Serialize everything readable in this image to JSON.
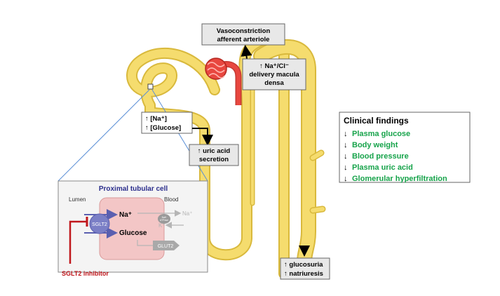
{
  "callouts": {
    "vasoconstriction": [
      "Vasoconstriction",
      "afferent arteriole"
    ],
    "nacl_delivery": [
      "↑ Na⁺/Cl⁻",
      "delivery macula",
      "densa"
    ],
    "na_glucose": [
      "↑ [Na⁺]",
      "↑ [Glucose]"
    ],
    "uric_secretion": [
      "↑ uric acid",
      "secretion"
    ],
    "glucosuria": [
      "↑ glucosuria",
      "↑ natriuresis"
    ]
  },
  "clinical": {
    "title": "Clinical findings",
    "items": [
      {
        "arrow": "↓",
        "label": "Plasma glucose"
      },
      {
        "arrow": "↓",
        "label": "Body weight"
      },
      {
        "arrow": "↓",
        "label": "Blood pressure"
      },
      {
        "arrow": "↓",
        "label": "Plasma uric acid"
      },
      {
        "arrow": "↓",
        "label": "Glomerular hyperfiltration"
      }
    ]
  },
  "cell": {
    "title": "Proximal tubular cell",
    "lumen": "Lumen",
    "blood": "Blood",
    "sglt2": "SGLT2",
    "na": "Na⁺",
    "glucose": "Glucose",
    "na_out": "Na⁺",
    "k_in": "K⁺",
    "atpase": [
      "NaK",
      "ATPase"
    ],
    "glut2": "GLUT2",
    "inhibitor": "SGLT2 inhibitor"
  },
  "colors": {
    "tubule": "#f5dc6e",
    "tubule_edge": "#d9b93c",
    "vessel": "#e8473f",
    "cell_fill": "#f3c6c6",
    "sglt2": "#7b7fc6",
    "arrow_blue": "#5a5fb0",
    "inhibitor": "#c0171c",
    "green": "#16a34a",
    "title_blue": "#2b2e8c",
    "callout_bg": "#e8e8e8"
  }
}
